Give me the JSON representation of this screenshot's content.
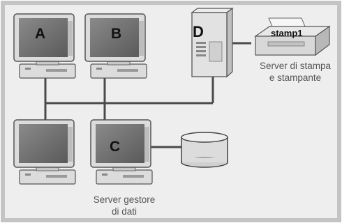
{
  "computers": [
    {
      "id": "A",
      "label": "A"
    },
    {
      "id": "B",
      "label": "B"
    },
    {
      "id": "C",
      "label": "C"
    }
  ],
  "server": {
    "label": "D"
  },
  "printer": {
    "label": "stamp1"
  },
  "captions": {
    "print_server": [
      "Server di stampa",
      "e stampante"
    ],
    "data_server": [
      "Server gestore",
      "di dati"
    ]
  },
  "colors": {
    "background": "#eeeeee",
    "frame": "#c4c4c4",
    "cable": "#4a4a4a",
    "screen": "#6b6b6b",
    "case": "#dcdcdc"
  }
}
